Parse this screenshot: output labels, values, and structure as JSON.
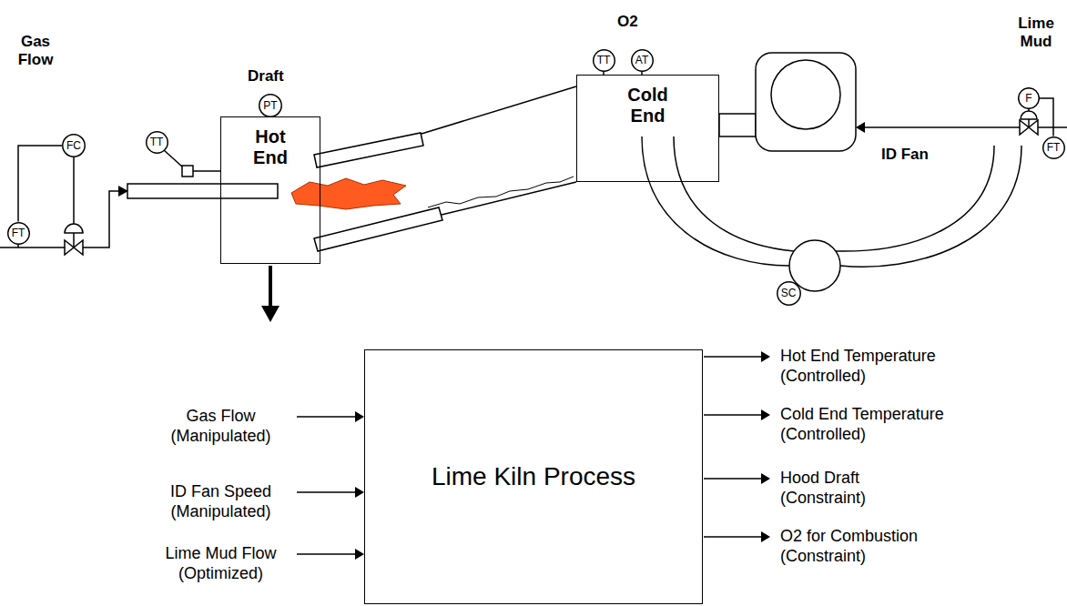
{
  "diagram": {
    "nodes": [
      {
        "text": [
          "FC"
        ]
      },
      {
        "text": [
          "FT"
        ]
      },
      {
        "text": [
          "TT"
        ]
      },
      {
        "text": [
          "PT"
        ]
      },
      {
        "text": [
          "Hot End"
        ]
      },
      {
        "text": [
          "TT"
        ]
      },
      {
        "text": [
          "AT"
        ]
      },
      {
        "text": [
          "Cold End"
        ]
      },
      {
        "text": [
          "F"
        ]
      },
      {
        "text": [
          "FT"
        ]
      },
      {
        "text": [
          "SC"
        ]
      },
      {
        "text": [
          "Lime Kiln Process"
        ]
      }
    ],
    "edges": [
      {
        "from": 1,
        "to": 0,
        "arrow": "none"
      },
      {
        "from": 8,
        "to": 9,
        "arrow": "none"
      }
    ],
    "labels": [
      "Gas Flow",
      "Draft",
      "O2",
      "Lime Mud",
      "ID Fan",
      "Gas Flow (Manipulated)",
      "ID Fan Speed (Manipulated)",
      "Lime Mud Flow (Optimized)",
      "Hot End Temperature (Controlled)",
      "Cold End Temperature (Controlled)",
      "Hood Draft (Constraint)",
      "O2 for Combustion (Constraint)"
    ]
  }
}
